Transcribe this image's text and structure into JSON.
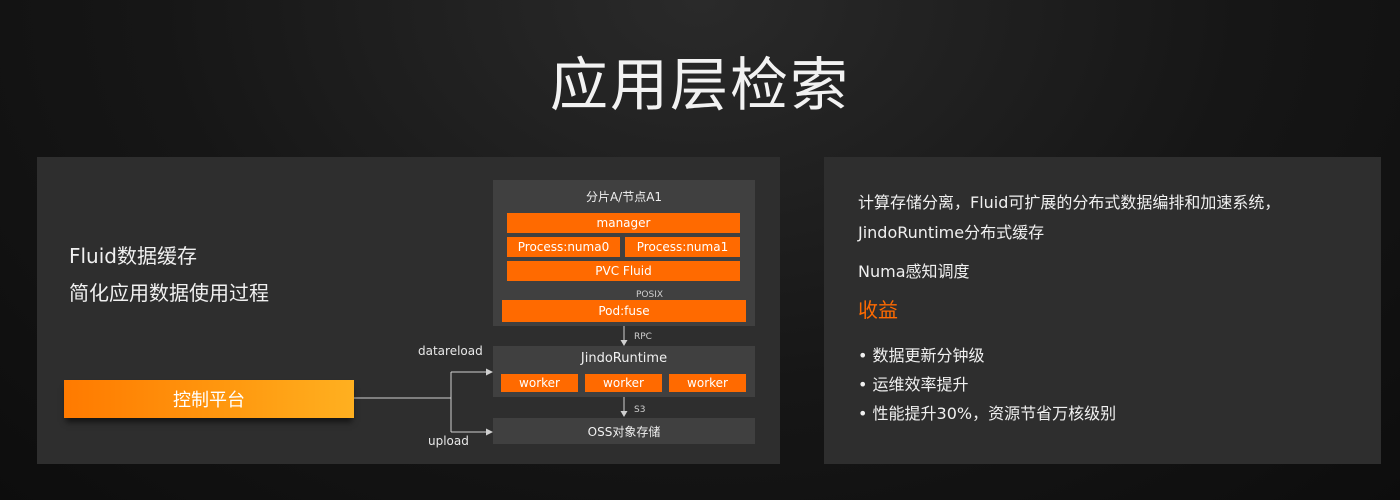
{
  "title": "应用层检索",
  "left": {
    "intro_line1": "Fluid数据缓存",
    "intro_line2": "简化应用数据使用过程",
    "control_platform": "控制平台",
    "datareload": "datareload",
    "upload": "upload",
    "shard_title": "分片A/节点A1",
    "manager": "manager",
    "process_numa0": "Process:numa0",
    "process_numa1": "Process:numa1",
    "pvc_fluid": "PVC Fluid",
    "posix": "POSIX",
    "pod_fuse": "Pod:fuse",
    "rpc": "RPC",
    "jindo_runtime": "JindoRuntime",
    "workers": [
      "worker",
      "worker",
      "worker"
    ],
    "s3": "S3",
    "oss": "OSS对象存储"
  },
  "right": {
    "desc_line1": "计算存储分离，Fluid可扩展的分布式数据编排和加速系统，",
    "desc_line2": "JindoRuntime分布式缓存",
    "numa": "Numa感知调度",
    "benefit_heading": "收益",
    "bullets": [
      "数据更新分钟级",
      "运维效率提升",
      "性能提升30%，资源节省万核级别"
    ]
  },
  "colors": {
    "accent": "#ff6a00",
    "panel": "#2e2e2e",
    "box": "#404040"
  }
}
